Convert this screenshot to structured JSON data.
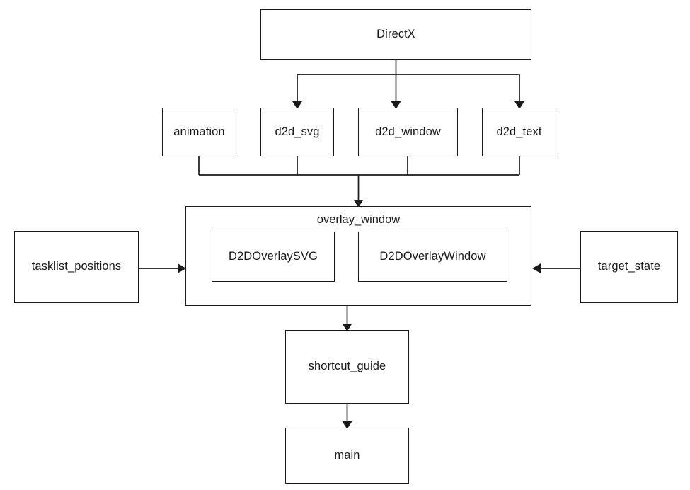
{
  "diagram": {
    "type": "flowchart",
    "title": "",
    "background_color": "#ffffff",
    "line_color": "#1a1a1a",
    "text_color": "#1a1a1a",
    "nodes": {
      "directx": {
        "label": "DirectX"
      },
      "animation": {
        "label": "animation"
      },
      "d2d_svg": {
        "label": "d2d_svg"
      },
      "d2d_window": {
        "label": "d2d_window"
      },
      "d2d_text": {
        "label": "d2d_text"
      },
      "overlay_window": {
        "label": "overlay_window"
      },
      "d2d_overlay_svg": {
        "label": "D2DOverlaySVG"
      },
      "d2d_overlay_window": {
        "label": "D2DOverlayWindow"
      },
      "tasklist_positions": {
        "label": "tasklist_positions"
      },
      "target_state": {
        "label": "target_state"
      },
      "shortcut_guide": {
        "label": "shortcut_guide"
      },
      "main": {
        "label": "main"
      }
    },
    "edges": [
      {
        "from": "directx",
        "to": "d2d_svg",
        "arrow": "down"
      },
      {
        "from": "directx",
        "to": "d2d_window",
        "arrow": "down"
      },
      {
        "from": "directx",
        "to": "d2d_text",
        "arrow": "down"
      },
      {
        "from": "animation",
        "to": "overlay_window",
        "arrow": "down"
      },
      {
        "from": "d2d_svg",
        "to": "overlay_window",
        "arrow": "down"
      },
      {
        "from": "d2d_window",
        "to": "overlay_window",
        "arrow": "down"
      },
      {
        "from": "d2d_text",
        "to": "overlay_window",
        "arrow": "down"
      },
      {
        "from": "tasklist_positions",
        "to": "overlay_window",
        "arrow": "right"
      },
      {
        "from": "target_state",
        "to": "overlay_window",
        "arrow": "left"
      },
      {
        "from": "overlay_window",
        "to": "shortcut_guide",
        "arrow": "down"
      },
      {
        "from": "shortcut_guide",
        "to": "main",
        "arrow": "down"
      }
    ]
  }
}
